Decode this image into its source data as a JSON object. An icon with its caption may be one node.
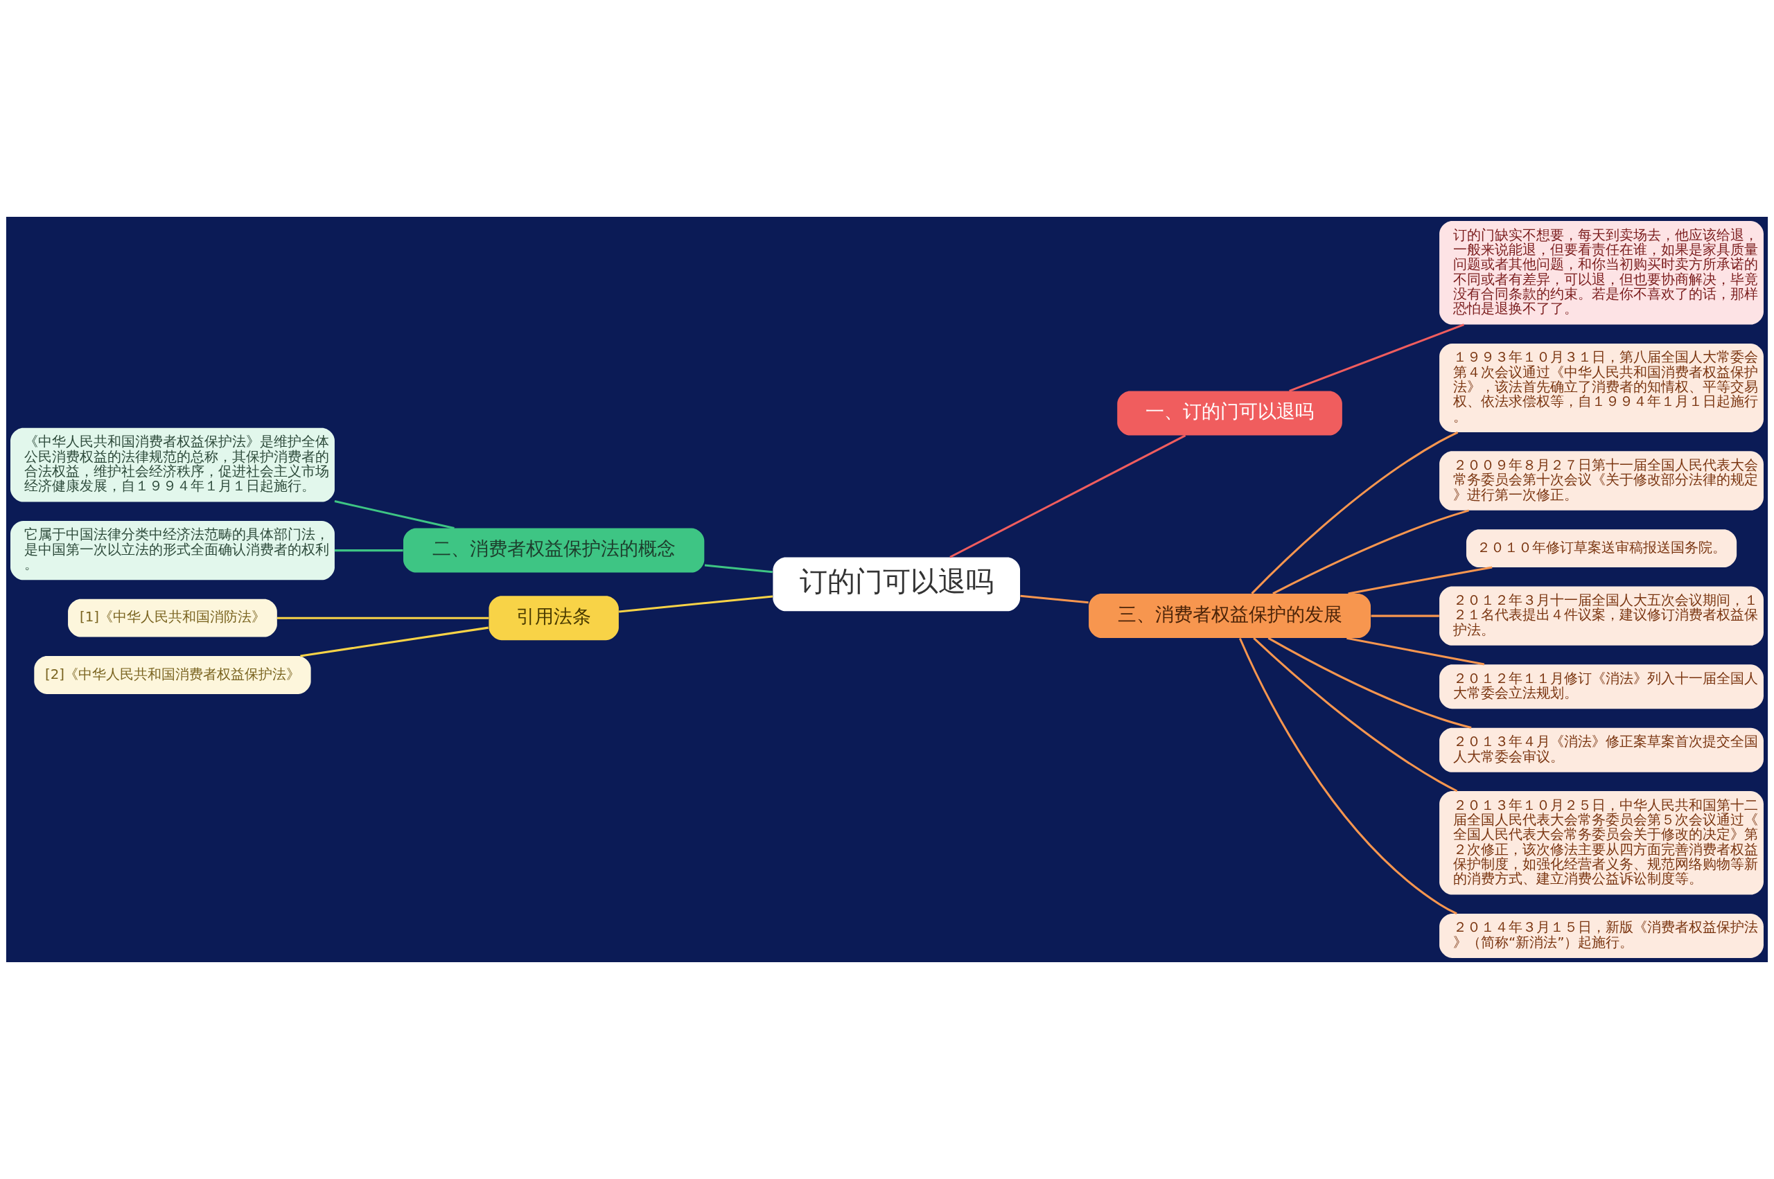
{
  "diagram": {
    "nodes": [
      {
        "text": [
          "订的门可以退吗"
        ]
      },
      {
        "text": [
          "一、订的门可以退吗"
        ]
      },
      {
        "text": [
          "订的门缺实不想要，每天到卖场去，他应该给退，一般来说能退，但要看责任在谁，如果是家具质量问题或者其他问题，和你当初购买时卖方所承诺的不同或者有差异，可以退，但也要协商解决，毕竟没有合同条款的约束。若是你不喜欢了的话，那样恐怕是退换不了了。"
        ]
      },
      {
        "text": [
          "二、消费者权益保护法的概念"
        ]
      },
      {
        "text": [
          "《中华人民共和国消费者权益保护法》是维护全体公民消费权益的法律规范的总称，其保护消费者的合法权益，维护社会经济秩序，促进社会主义市场经济健康发展，自１９９４年１月１日起施行。"
        ]
      },
      {
        "text": [
          "它属于中国法律分类中经济法范畴的具体部门法，是中国第一次以立法的形式全面确认消费者的权利。"
        ]
      },
      {
        "text": [
          "引用法条"
        ]
      },
      {
        "text": [
          "[1]《中华人民共和国消防法》"
        ]
      },
      {
        "text": [
          "[2]《中华人民共和国消费者权益保护法》"
        ]
      },
      {
        "text": [
          "三、消费者权益保护的发展"
        ]
      },
      {
        "text": [
          "１９９３年１０月３１日，第八届全国人大常委会第４次会议通过《中华人民共和国消费者权益保护法》，该法首先确立了消费者的知情权、平等交易权、依法求偿权等，自１９９４年１月１日起施行。"
        ]
      },
      {
        "text": [
          "２００９年８月２７日第十一届全国人民代表大会常务委员会第十次会议《关于修改部分法律的规定》进行第一次修正。"
        ]
      },
      {
        "text": [
          "２０１０年修订草案送审稿报送国务院。"
        ]
      },
      {
        "text": [
          "２０１２年３月十一届全国人大五次会议期间，１２１名代表提出４件议案，建议修订消费者权益保护法。"
        ]
      },
      {
        "text": [
          "２０１２年１１月修订《消法》列入十一届全国人大常委会立法规划。"
        ]
      },
      {
        "text": [
          "２０１３年４月《消法》修正案草案首次提交全国人大常委会审议。"
        ]
      },
      {
        "text": [
          "２０１３年１０月２５日，中华人民共和国第十二届全国人民代表大会常务委员会第５次会议通过《全国人民代表大会常务委员会关于修改的决定》第２次修正，该次修法主要从四方面完善消费者权益保护制度，如强化经营者义务、规范网络购物等新的消费方式、建立消费公益诉讼制度等。"
        ]
      },
      {
        "text": [
          "２０１４年３月１５日，新版《消费者权益保护法》（简称“新消法”）起施行。"
        ]
      }
    ],
    "edges": [
      {
        "from": 0,
        "to": 1,
        "arrow": "none",
        "color": "#f05d5e"
      },
      {
        "from": 1,
        "to": 2,
        "arrow": "none",
        "color": "#f05d5e"
      },
      {
        "from": 0,
        "to": 3,
        "arrow": "none",
        "color": "#3ec584"
      },
      {
        "from": 3,
        "to": 4,
        "arrow": "none",
        "color": "#3ec584"
      },
      {
        "from": 3,
        "to": 5,
        "arrow": "none",
        "color": "#3ec584"
      },
      {
        "from": 0,
        "to": 6,
        "arrow": "none",
        "color": "#f8d347"
      },
      {
        "from": 6,
        "to": 7,
        "arrow": "none",
        "color": "#f8d347"
      },
      {
        "from": 6,
        "to": 8,
        "arrow": "none",
        "color": "#f8d347"
      },
      {
        "from": 0,
        "to": 9,
        "arrow": "none"
      },
      {
        "from": 9,
        "to": 10,
        "arrow": "none"
      },
      {
        "from": 9,
        "to": 11,
        "arrow": "none"
      },
      {
        "from": 9,
        "to": 12,
        "arrow": "none"
      },
      {
        "from": 9,
        "to": 13,
        "arrow": "none"
      },
      {
        "from": 9,
        "to": 14,
        "arrow": "none"
      },
      {
        "from": 9,
        "to": 15,
        "arrow": "none"
      },
      {
        "from": 9,
        "to": 16,
        "arrow": "none"
      },
      {
        "from": 9,
        "to": 17,
        "arrow": "none"
      }
    ]
  }
}
